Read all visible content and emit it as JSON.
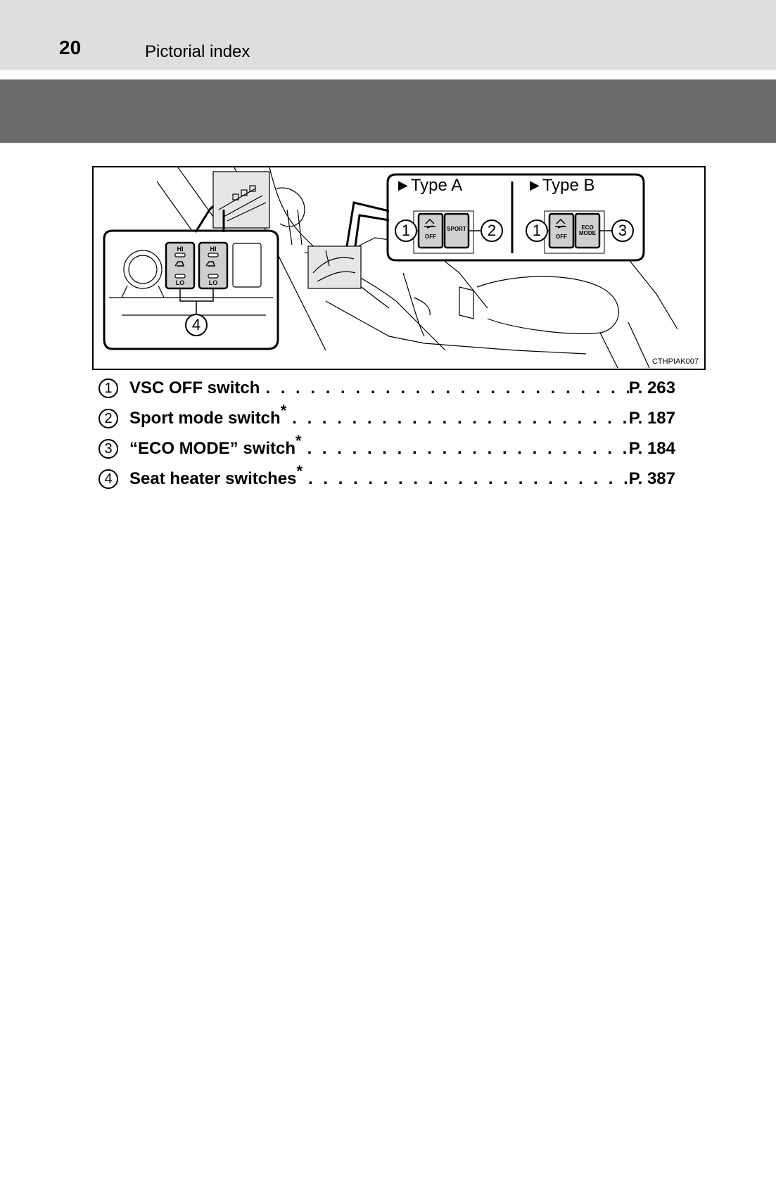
{
  "header": {
    "page_number": "20",
    "section_title": "Pictorial index"
  },
  "illustration": {
    "code": "CTHPIAK007",
    "type_a_label": "Type A",
    "type_b_label": "Type B",
    "switch_labels": {
      "vsc_off": "OFF",
      "sport": "SPORT",
      "eco": "ECO MODE"
    },
    "heater_labels": {
      "hi": "HI",
      "lo": "LO"
    },
    "callouts": {
      "vsc_a": "1",
      "sport": "2",
      "vsc_b": "1",
      "eco": "3",
      "heater": "4"
    }
  },
  "legend": [
    {
      "num": "1",
      "label": "VSC OFF switch",
      "asterisk": "",
      "page": "P. 263"
    },
    {
      "num": "2",
      "label": "Sport mode switch",
      "asterisk": "*",
      "page": "P. 187"
    },
    {
      "num": "3",
      "label": "“ECO MODE” switch",
      "asterisk": "*",
      "page": "P. 184"
    },
    {
      "num": "4",
      "label": "Seat heater switches",
      "asterisk": "*",
      "page": "P. 387"
    }
  ]
}
